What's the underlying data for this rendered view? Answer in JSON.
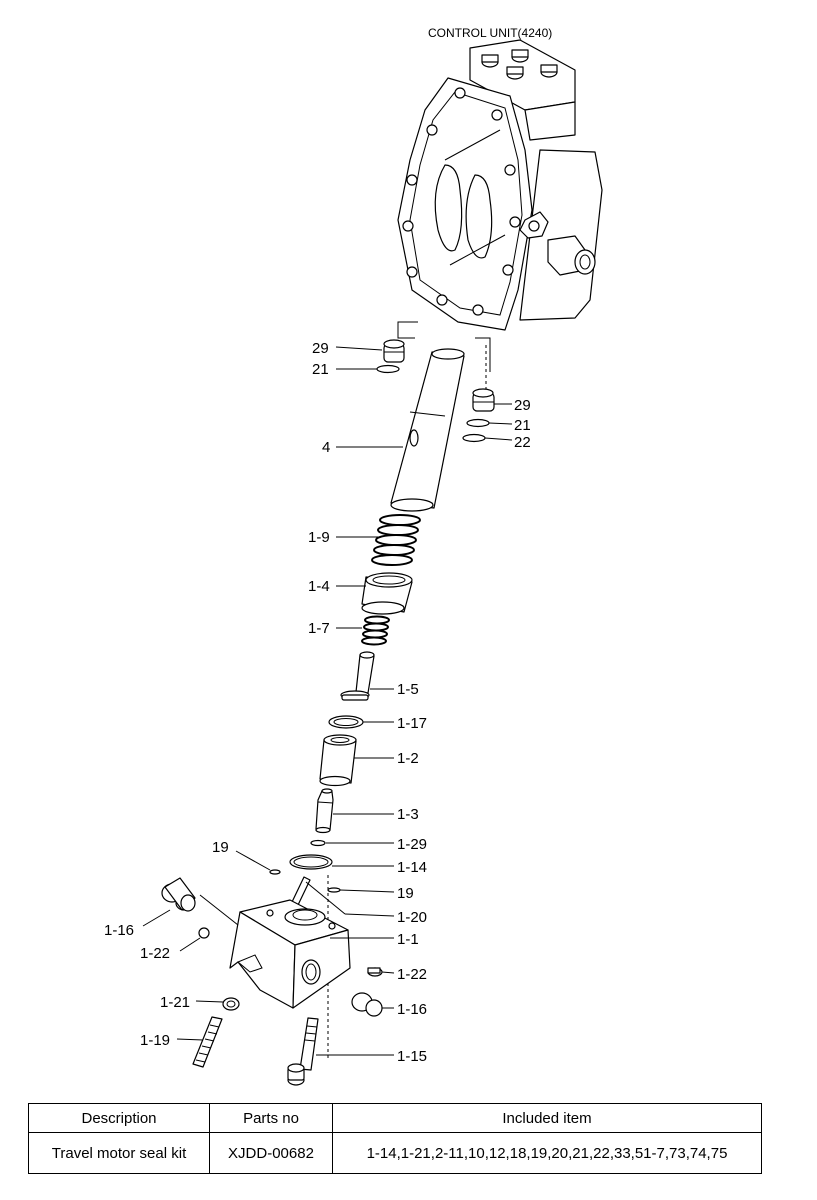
{
  "diagram": {
    "title": "CONTROL UNIT(4240)",
    "labels": {
      "l29a": "29",
      "l21a": "21",
      "l29b": "29",
      "l21b": "21",
      "l22": "22",
      "l4": "4",
      "l1_9": "1-9",
      "l1_4": "1-4",
      "l1_7": "1-7",
      "l1_5": "1-5",
      "l1_17": "1-17",
      "l1_2": "1-2",
      "l1_3": "1-3",
      "l19a": "19",
      "l1_29": "1-29",
      "l1_14": "1-14",
      "l19b": "19",
      "l1_20": "1-20",
      "l1_16a": "1-16",
      "l1_1": "1-1",
      "l1_22a": "1-22",
      "l1_22b": "1-22",
      "l1_21": "1-21",
      "l1_16b": "1-16",
      "l1_19": "1-19",
      "l1_15": "1-15"
    }
  },
  "table": {
    "headers": [
      "Description",
      "Parts no",
      "Included item"
    ],
    "row": {
      "description": "Travel motor seal kit",
      "parts_no": "XJDD-00682",
      "included": "1-14,1-21,2-11,10,12,18,19,20,21,22,33,51-7,73,74,75"
    }
  }
}
